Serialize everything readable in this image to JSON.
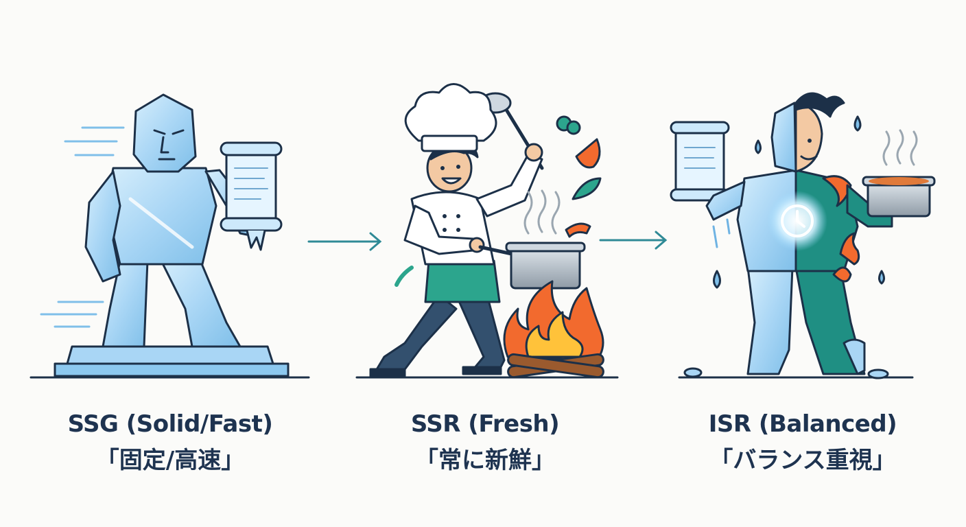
{
  "figure": {
    "steps": [
      {
        "id": "ssg",
        "title": "SSG (Solid/Fast)",
        "subtitle": "「固定/高速」",
        "icon": "ice-statue-icon"
      },
      {
        "id": "ssr",
        "title": "SSR (Fresh)",
        "subtitle": "「常に新鮮」",
        "icon": "chef-cooking-icon"
      },
      {
        "id": "isr",
        "title": "ISR (Balanced)",
        "subtitle": "「バランス重視」",
        "icon": "half-ice-half-chef-icon"
      }
    ],
    "connectors": [
      "arrow-right-icon",
      "arrow-right-icon"
    ],
    "colors": {
      "label_text": "#1e3350",
      "ice": "#a9d6f5",
      "ice_dark": "#6fb3e3",
      "outline": "#1c3048",
      "apron": "#2ca58d",
      "fire_orange": "#f26a2e",
      "fire_yellow": "#ffc23a",
      "arrow": "#2f8a96"
    }
  }
}
